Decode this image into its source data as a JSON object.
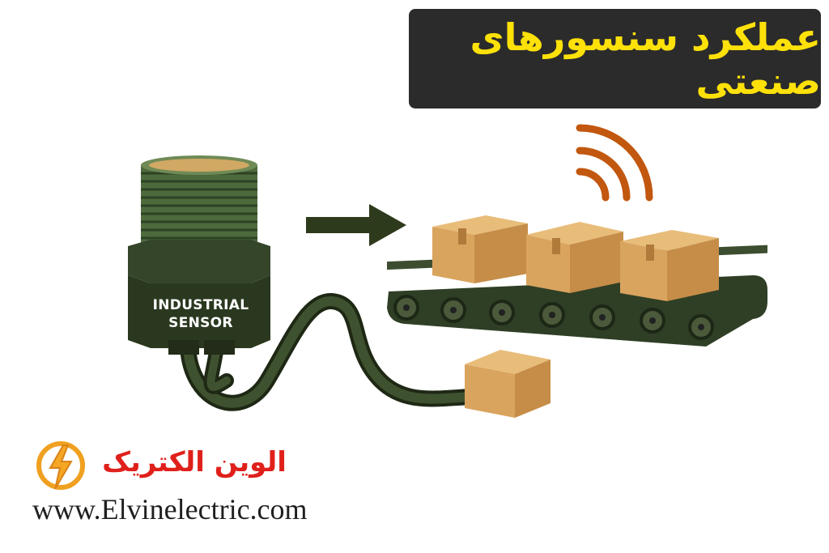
{
  "title": "عملکرد سنسورهای صنعتی",
  "sensor": {
    "label_line1": "INDUSTRIAL",
    "label_line2": "SENSOR"
  },
  "brand": {
    "name": "الوین الکتریک",
    "url": "www.Elvinelectric.com"
  },
  "icons": [
    "arrow-right-icon",
    "signal-waves-icon",
    "lightning-logo-icon"
  ],
  "colors": {
    "title_bg": "#2b2b2b",
    "title_text": "#ffe10a",
    "brand_red": "#e0201b",
    "sensor_green": "#3a4a2a",
    "box": "#d9a45e",
    "signal": "#c2570f"
  }
}
